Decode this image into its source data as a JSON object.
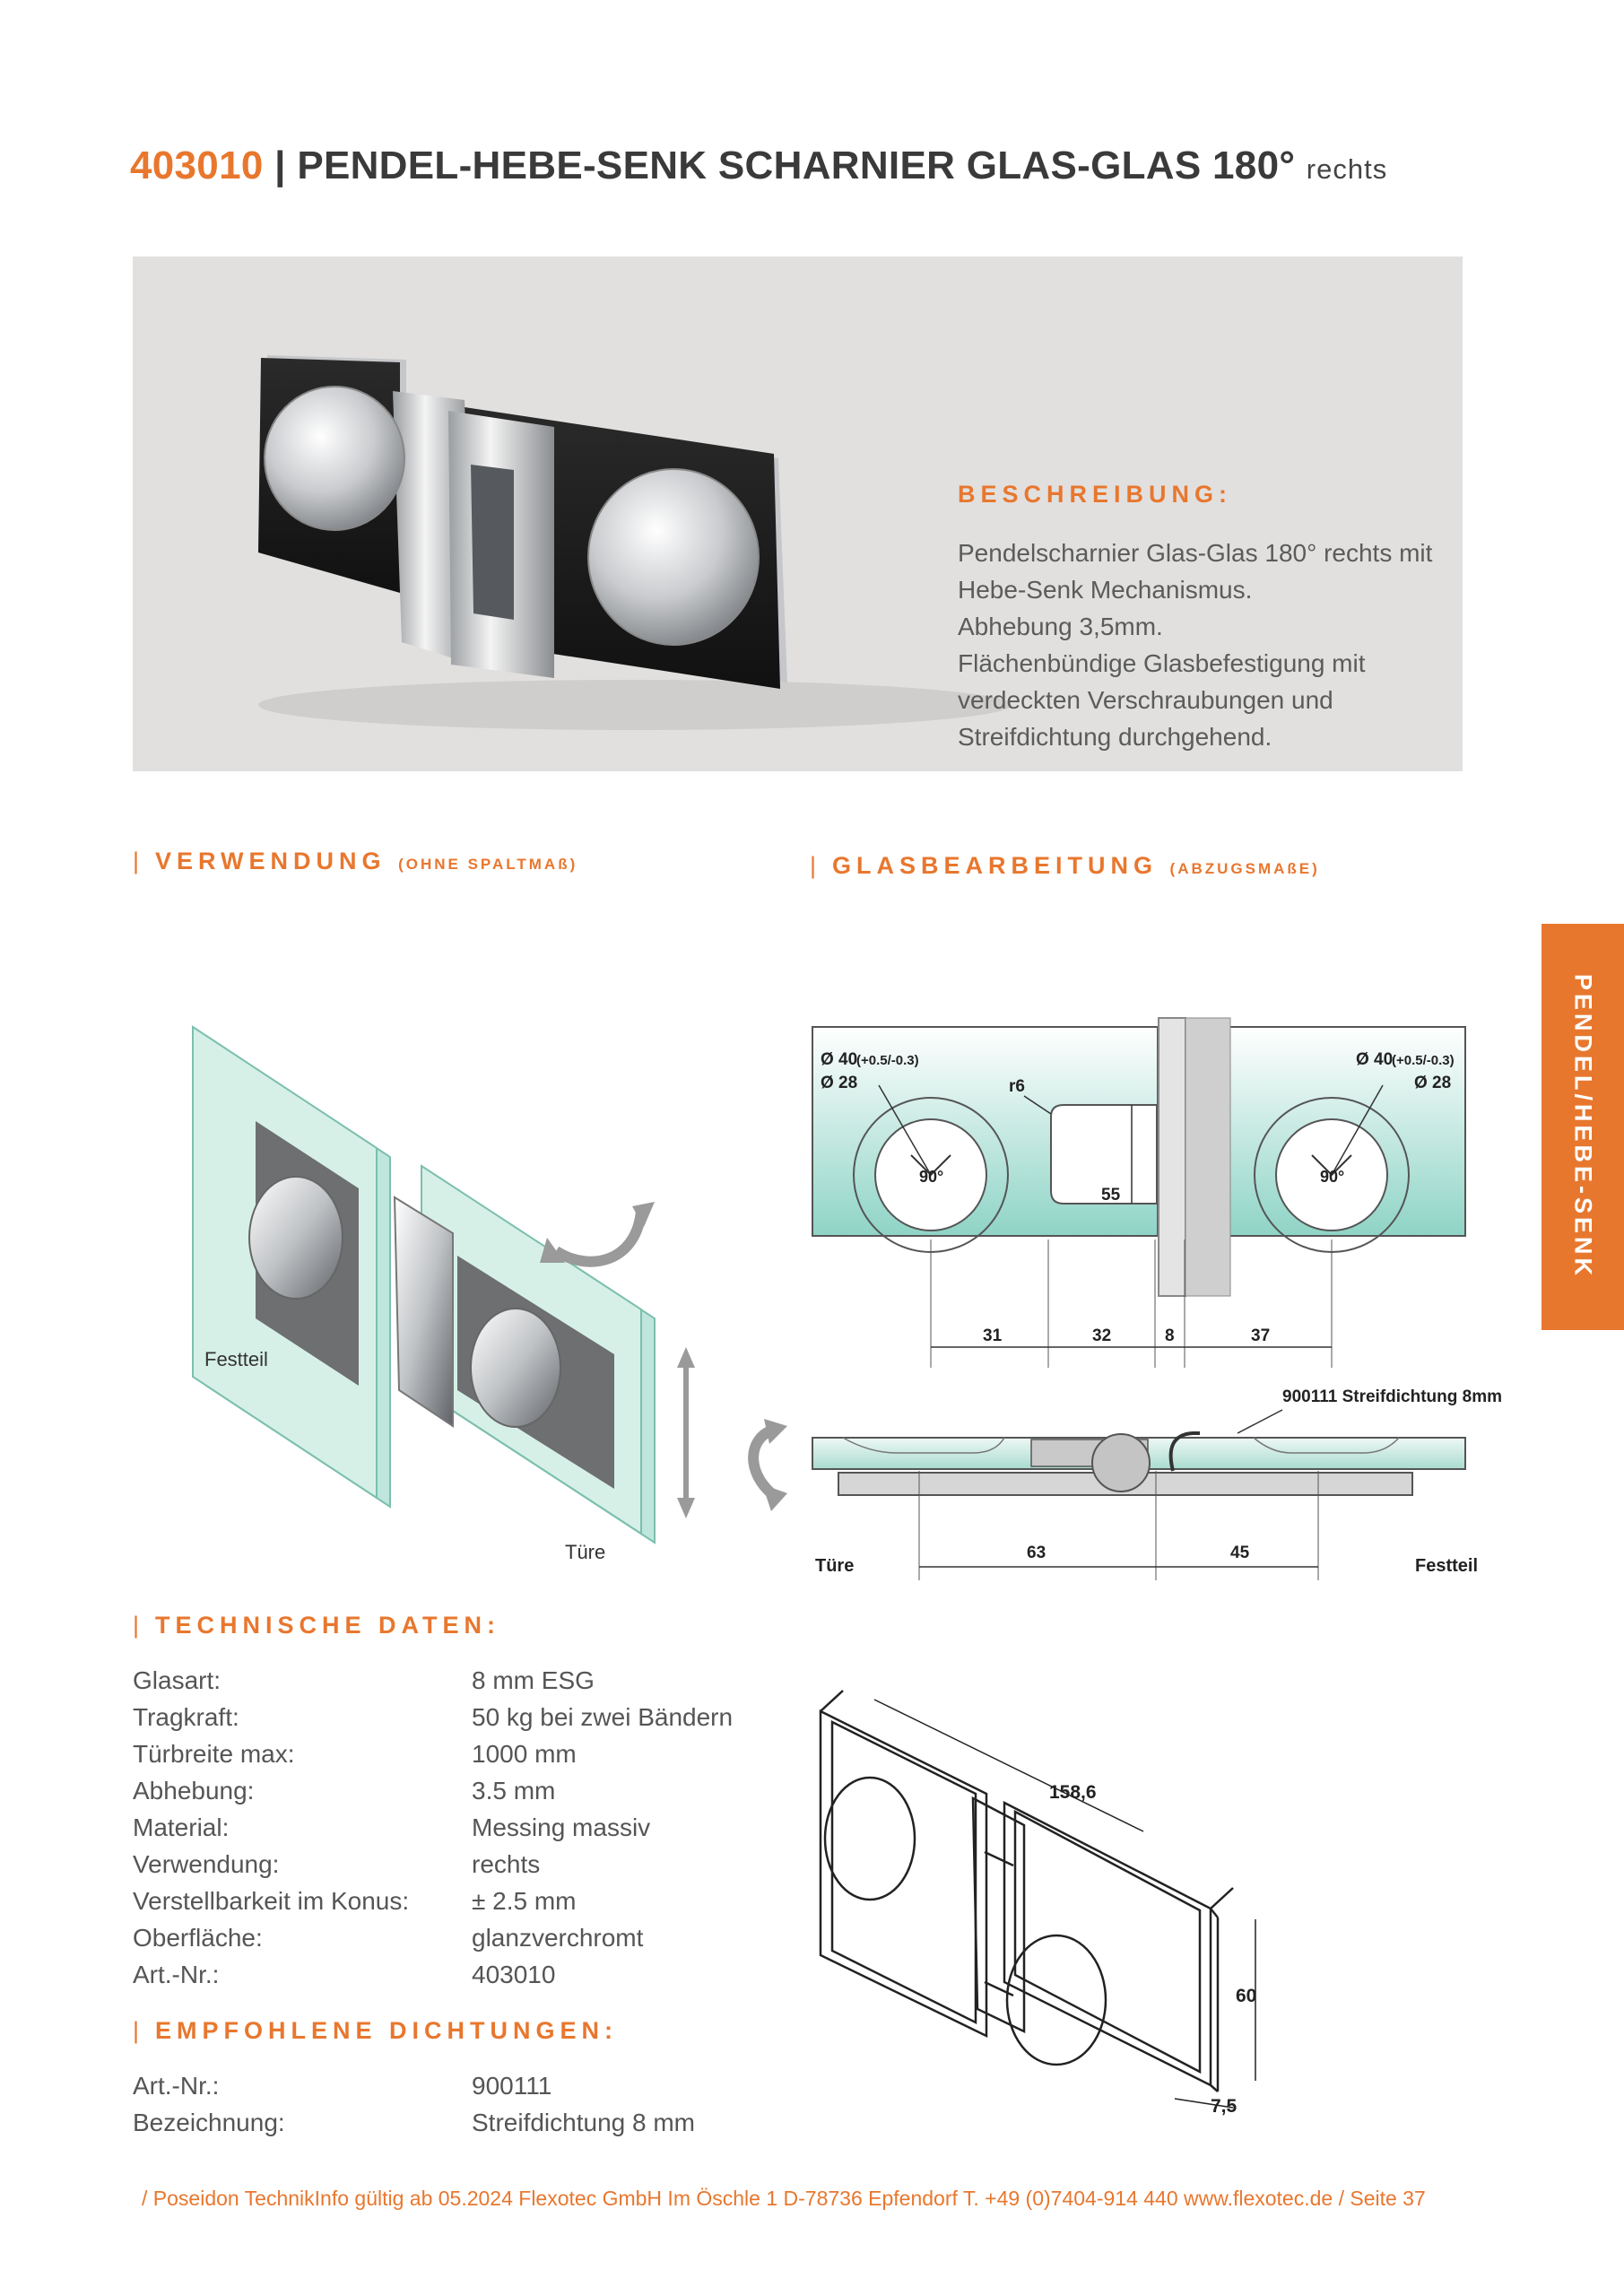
{
  "title": {
    "code": "403010",
    "separator": "|",
    "name": "PENDEL-HEBE-SENK SCHARNIER GLAS-GLAS 180°",
    "suffix": "rechts"
  },
  "description": {
    "heading": "BESCHREIBUNG:",
    "lines": [
      "Pendelscharnier Glas-Glas 180° rechts mit",
      "Hebe-Senk Mechanismus.",
      "Abhebung 3,5mm.",
      "Flächenbündige Glasbefestigung mit",
      "verdeckten Verschraubungen und",
      "Streifdichtung durchgehend."
    ]
  },
  "usage": {
    "heading": "VERWENDUNG",
    "note": "(OHNE SPALTMAß)",
    "label_fixed": "Festteil",
    "label_door": "Türe"
  },
  "glass": {
    "heading": "GLASBEARBEITUNG",
    "note": "(ABZUGSMAßE)",
    "hole_outer": "Ø 40",
    "tolerance": "(+0.5/-0.3)",
    "hole_inner": "Ø 28",
    "angle": "90°",
    "radius": "r6",
    "dims": [
      "31",
      "32",
      "8",
      "37"
    ],
    "height": "55",
    "seal_label": "900111 Streifdichtung 8mm",
    "label_door": "Türe",
    "label_fixed": "Festteil",
    "dim_door": "63",
    "dim_fixed": "45"
  },
  "drawing": {
    "length": "158,6",
    "height": "60",
    "depth": "7,5"
  },
  "tech": {
    "heading": "TECHNISCHE DATEN:",
    "rows": [
      {
        "k": "Glasart:",
        "v": "8 mm ESG"
      },
      {
        "k": "Tragkraft:",
        "v": "50 kg bei zwei Bändern"
      },
      {
        "k": "Türbreite max:",
        "v": "1000 mm"
      },
      {
        "k": "Abhebung:",
        "v": "3.5 mm"
      },
      {
        "k": "Material:",
        "v": "Messing massiv"
      },
      {
        "k": "Verwendung:",
        "v": "rechts"
      },
      {
        "k": "Verstellbarkeit im Konus:",
        "v": "± 2.5 mm"
      },
      {
        "k": "Oberfläche:",
        "v": "glanzverchromt"
      },
      {
        "k": "Art.-Nr.:",
        "v": "403010"
      }
    ]
  },
  "seals": {
    "heading": "EMPFOHLENE DICHTUNGEN:",
    "rows": [
      {
        "k": "Art.-Nr.:",
        "v": "900111"
      },
      {
        "k": "Bezeichnung:",
        "v": "Streifdichtung 8 mm"
      }
    ]
  },
  "side_tab": "PENDEL/HEBE-SENK",
  "footer": "/  Poseidon TechnikInfo gültig ab 05.2024    Flexotec GmbH   Im Öschle 1   D-78736 Epfendorf   T. +49 (0)7404-914 440   www.flexotec.de   /   Seite 37",
  "colors": {
    "accent": "#E8772E",
    "text": "#555555",
    "glass": "#a9dccf",
    "hero_bg": "#e1e0df"
  }
}
